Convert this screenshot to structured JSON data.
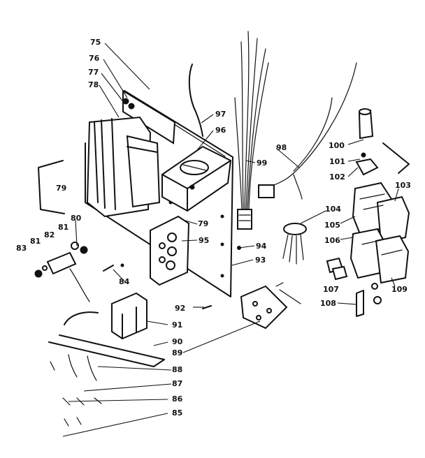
{
  "callouts": [
    {
      "id": "75",
      "text": "75"
    },
    {
      "id": "76",
      "text": "76"
    },
    {
      "id": "77",
      "text": "77"
    },
    {
      "id": "78",
      "text": "78"
    },
    {
      "id": "79a",
      "text": "79"
    },
    {
      "id": "79b",
      "text": "79"
    },
    {
      "id": "80",
      "text": "80"
    },
    {
      "id": "81a",
      "text": "81"
    },
    {
      "id": "81b",
      "text": "81"
    },
    {
      "id": "82",
      "text": "82"
    },
    {
      "id": "83",
      "text": "83"
    },
    {
      "id": "84",
      "text": "84"
    },
    {
      "id": "85",
      "text": "85"
    },
    {
      "id": "86",
      "text": "86"
    },
    {
      "id": "87",
      "text": "87"
    },
    {
      "id": "88",
      "text": "88"
    },
    {
      "id": "89",
      "text": "89"
    },
    {
      "id": "90",
      "text": "90"
    },
    {
      "id": "91",
      "text": "91"
    },
    {
      "id": "92",
      "text": "92"
    },
    {
      "id": "93",
      "text": "93"
    },
    {
      "id": "94",
      "text": "94"
    },
    {
      "id": "95",
      "text": "95"
    },
    {
      "id": "96",
      "text": "96"
    },
    {
      "id": "97",
      "text": "97"
    },
    {
      "id": "98",
      "text": "98"
    },
    {
      "id": "99",
      "text": "99"
    },
    {
      "id": "100",
      "text": "100"
    },
    {
      "id": "101",
      "text": "101"
    },
    {
      "id": "102",
      "text": "102"
    },
    {
      "id": "103",
      "text": "103"
    },
    {
      "id": "104",
      "text": "104"
    },
    {
      "id": "105",
      "text": "105"
    },
    {
      "id": "106",
      "text": "106"
    },
    {
      "id": "107",
      "text": "107"
    },
    {
      "id": "108",
      "text": "108"
    },
    {
      "id": "109",
      "text": "109"
    }
  ]
}
